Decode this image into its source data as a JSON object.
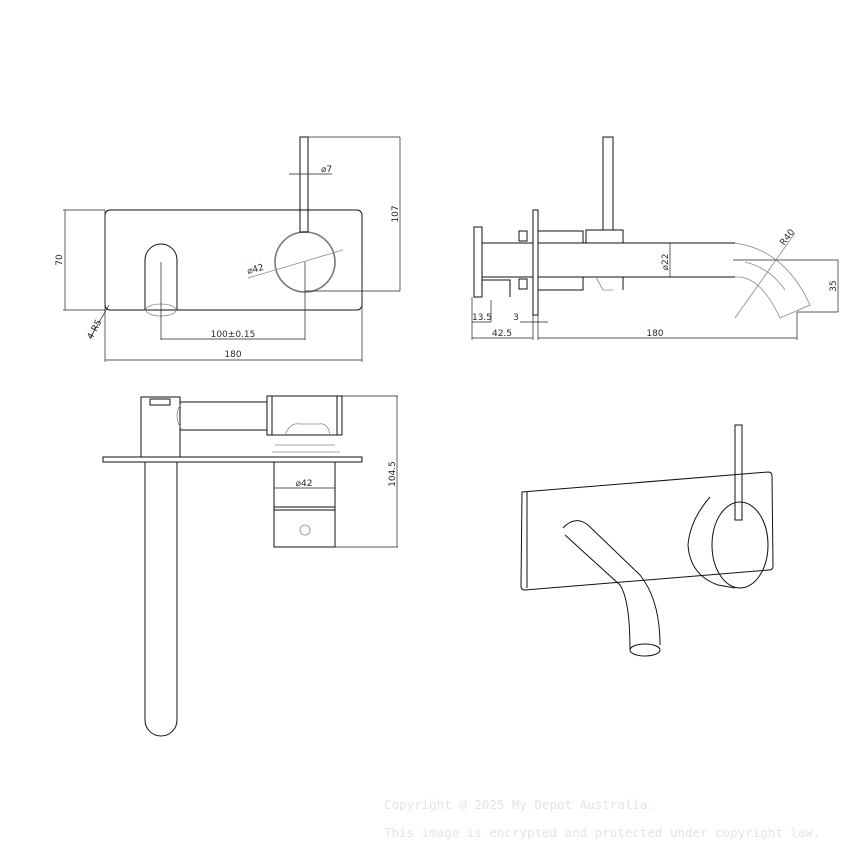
{
  "front_view": {
    "height": "70",
    "lever_dia": "⌀7",
    "handle_dia": "⌀42",
    "total_height": "107",
    "corner_radius": "4-R5",
    "center_distance": "100±0.15",
    "width": "180"
  },
  "side_view": {
    "spout_dia": "⌀22",
    "bend_radius": "R40",
    "drop": "35",
    "dim_13_5": "13.5",
    "dim_3": "3",
    "depth": "42.5",
    "projection": "180"
  },
  "top_view": {
    "cartridge_dia": "⌀42",
    "depth": "104.5"
  },
  "copyright": {
    "line1": "Copyright @ 2025 My Depot Australia.",
    "line2": "This image is encrypted and protected under copyright law."
  }
}
